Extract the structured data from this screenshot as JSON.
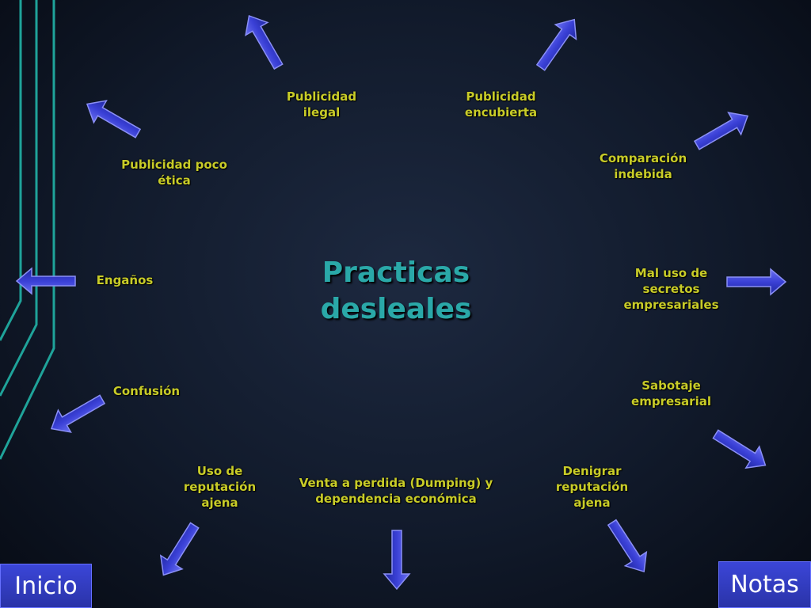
{
  "title": "Practicas desleales",
  "nodes": [
    {
      "id": "publicidad-ilegal",
      "label": "Publicidad ilegal"
    },
    {
      "id": "publicidad-encubierta",
      "label": "Publicidad encubierta"
    },
    {
      "id": "publicidad-poco-etica",
      "label": "Publicidad poco ética"
    },
    {
      "id": "comparacion-indebida",
      "label": "Comparación indebida"
    },
    {
      "id": "enganos",
      "label": "Engaños"
    },
    {
      "id": "mal-uso-secretos",
      "label": "Mal uso de secretos empresariales"
    },
    {
      "id": "confusion",
      "label": "Confusión"
    },
    {
      "id": "sabotaje-empresarial",
      "label": "Sabotaje empresarial"
    },
    {
      "id": "uso-reputacion-ajena",
      "label": "Uso de reputación ajena"
    },
    {
      "id": "venta-a-perdida",
      "label": "Venta a perdida (Dumping) y dependencia económica"
    },
    {
      "id": "denigrar-reputacion",
      "label": "Denigrar reputación ajena"
    }
  ],
  "buttons": {
    "inicio": "Inicio",
    "notas": "Notas"
  },
  "colors": {
    "label": "#c8cc28",
    "title": "#2aa8a8",
    "arrow": "#3a40d6",
    "line": "#1fa39a"
  }
}
